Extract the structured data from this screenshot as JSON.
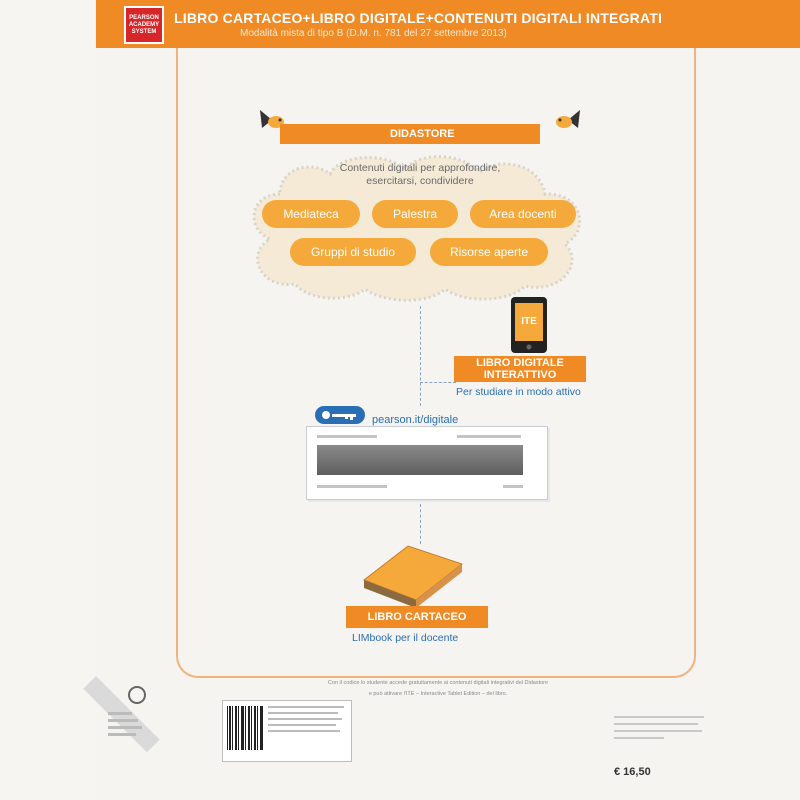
{
  "header": {
    "logo_text": "PEARSON ACADEMY SYSTEM",
    "title": "LIBRO CARTACEO+LIBRO DIGITALE+CONTENUTI DIGITALI INTEGRATI",
    "subtitle": "Modalità mista di tipo B (D.M. n. 781 del 27 settembre 2013)"
  },
  "cloud": {
    "banner": "DIDASTORE",
    "description_line1": "Contenuti digitali per approfondire,",
    "description_line2": "esercitarsi, condividere",
    "pills": [
      "Mediateca",
      "Palestra",
      "Area docenti",
      "Gruppi di studio",
      "Risorse aperte"
    ]
  },
  "tablet": {
    "screen_label": "ITE",
    "title_line1": "LIBRO DIGITALE",
    "title_line2": "INTERATTIVO",
    "caption": "Per studiare in modo attivo"
  },
  "code_card": {
    "url": "pearson.it/digitale"
  },
  "book": {
    "title": "LIBRO CARTACEO",
    "caption": "LIMbook per il docente"
  },
  "footer": {
    "line1": "Con il codice lo studente accede gratuitamente ai contenuti digitali integrativi del Didastore",
    "line2": "e può attivare l'ITE – Interactive Tablet Edition – del libro."
  },
  "price": {
    "value": "€ 16,50"
  },
  "colors": {
    "orange": "#f08a24",
    "pill": "#f5a93b",
    "blue_text": "#2a6fb5",
    "cloud_fill": "#f4ead6"
  }
}
